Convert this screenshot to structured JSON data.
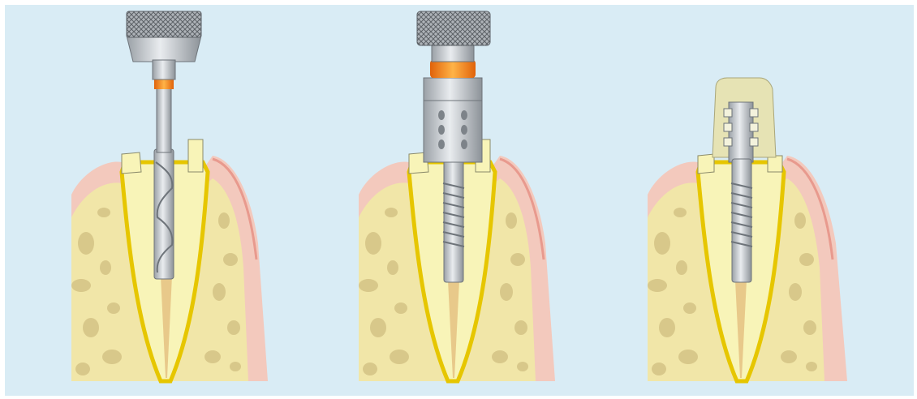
{
  "figure": {
    "panels": [
      {
        "id": "drilling",
        "instrument": "twist-drill",
        "depth_marker": "orange-ring"
      },
      {
        "id": "post-insertion",
        "instrument": "threaded-post-with-driver",
        "depth_marker": "orange-ring"
      },
      {
        "id": "core-buildup",
        "instrument": "threaded-post-with-composite-core",
        "depth_marker": "none"
      }
    ],
    "colors": {
      "background": "#d9ecf5",
      "bone": "#f1e6a8",
      "bone_pores": "#d8c88a",
      "gingiva": "#f3c9bd",
      "gingiva_line": "#e89a8e",
      "dentin": "#f8f4b8",
      "root_outline": "#e6c600",
      "canal_filling": "#e8c98a",
      "metal": "#c9cdd2",
      "metal_dark": "#8c9298",
      "depth_ring": "#ff8c1a",
      "core": "#e6e3b4"
    }
  }
}
